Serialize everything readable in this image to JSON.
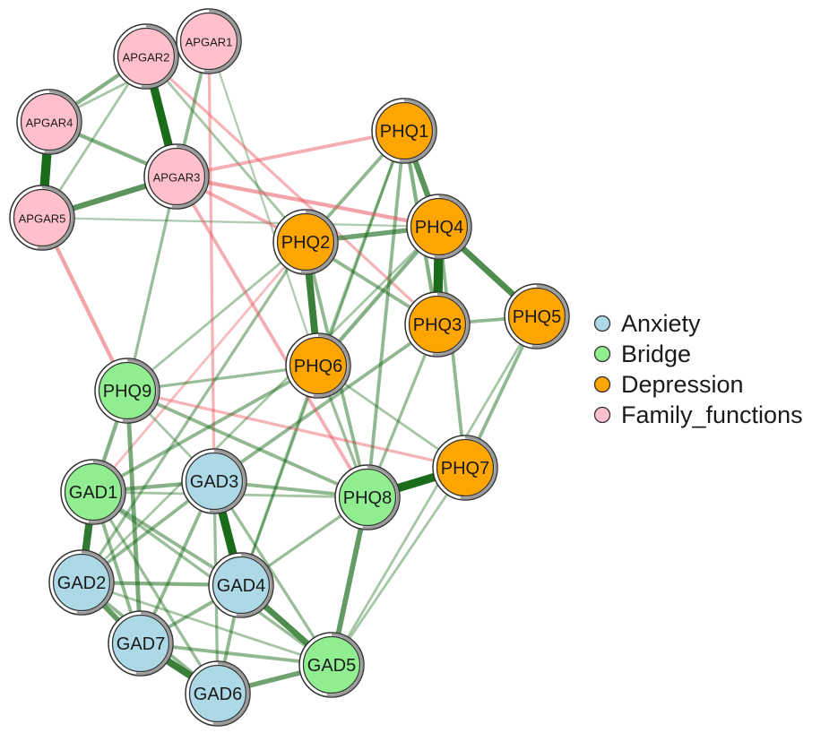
{
  "colors": {
    "Anxiety": "#add8e6",
    "Bridge": "#90ee90",
    "Depression": "#ffa500",
    "Family_functions": "#ffc0cb",
    "positive_edge": "#1a6b1a",
    "negative_edge": "#e8545e",
    "node_border": "#333333"
  },
  "legend": [
    {
      "label": "Anxiety",
      "group": "Anxiety"
    },
    {
      "label": "Bridge",
      "group": "Bridge"
    },
    {
      "label": "Depression",
      "group": "Depression"
    },
    {
      "label": "Family_functions",
      "group": "Family_functions"
    }
  ],
  "nodes": [
    {
      "id": "APGAR1",
      "label": "APGAR1",
      "group": "Family_functions"
    },
    {
      "id": "APGAR2",
      "label": "APGAR2",
      "group": "Family_functions"
    },
    {
      "id": "APGAR3",
      "label": "APGAR3",
      "group": "Family_functions"
    },
    {
      "id": "APGAR4",
      "label": "APGAR4",
      "group": "Family_functions"
    },
    {
      "id": "APGAR5",
      "label": "APGAR5",
      "group": "Family_functions"
    },
    {
      "id": "PHQ1",
      "label": "PHQ1",
      "group": "Depression"
    },
    {
      "id": "PHQ2",
      "label": "PHQ2",
      "group": "Depression"
    },
    {
      "id": "PHQ3",
      "label": "PHQ3",
      "group": "Depression"
    },
    {
      "id": "PHQ4",
      "label": "PHQ4",
      "group": "Depression"
    },
    {
      "id": "PHQ5",
      "label": "PHQ5",
      "group": "Depression"
    },
    {
      "id": "PHQ6",
      "label": "PHQ6",
      "group": "Depression"
    },
    {
      "id": "PHQ7",
      "label": "PHQ7",
      "group": "Depression"
    },
    {
      "id": "PHQ8",
      "label": "PHQ8",
      "group": "Bridge"
    },
    {
      "id": "PHQ9",
      "label": "PHQ9",
      "group": "Bridge"
    },
    {
      "id": "GAD1",
      "label": "GAD1",
      "group": "Bridge"
    },
    {
      "id": "GAD2",
      "label": "GAD2",
      "group": "Anxiety"
    },
    {
      "id": "GAD3",
      "label": "GAD3",
      "group": "Anxiety"
    },
    {
      "id": "GAD4",
      "label": "GAD4",
      "group": "Anxiety"
    },
    {
      "id": "GAD5",
      "label": "GAD5",
      "group": "Bridge"
    },
    {
      "id": "GAD6",
      "label": "GAD6",
      "group": "Anxiety"
    },
    {
      "id": "GAD7",
      "label": "GAD7",
      "group": "Anxiety"
    }
  ],
  "edges": [
    {
      "a": "APGAR4",
      "b": "APGAR5",
      "w": 0.95,
      "sign": "pos"
    },
    {
      "a": "APGAR2",
      "b": "APGAR3",
      "w": 0.85,
      "sign": "pos"
    },
    {
      "a": "APGAR1",
      "b": "APGAR2",
      "w": 0.6,
      "sign": "pos"
    },
    {
      "a": "APGAR3",
      "b": "APGAR5",
      "w": 0.55,
      "sign": "pos"
    },
    {
      "a": "APGAR2",
      "b": "APGAR4",
      "w": 0.35,
      "sign": "pos"
    },
    {
      "a": "APGAR3",
      "b": "APGAR4",
      "w": 0.35,
      "sign": "pos"
    },
    {
      "a": "APGAR1",
      "b": "APGAR3",
      "w": 0.3,
      "sign": "pos"
    },
    {
      "a": "APGAR1",
      "b": "APGAR4",
      "w": 0.2,
      "sign": "pos"
    },
    {
      "a": "APGAR2",
      "b": "APGAR5",
      "w": 0.2,
      "sign": "pos"
    },
    {
      "a": "PHQ3",
      "b": "PHQ4",
      "w": 0.95,
      "sign": "pos"
    },
    {
      "a": "PHQ7",
      "b": "PHQ8",
      "w": 0.85,
      "sign": "pos"
    },
    {
      "a": "PHQ2",
      "b": "PHQ6",
      "w": 0.7,
      "sign": "pos"
    },
    {
      "a": "PHQ4",
      "b": "PHQ5",
      "w": 0.6,
      "sign": "pos"
    },
    {
      "a": "PHQ1",
      "b": "PHQ4",
      "w": 0.55,
      "sign": "pos"
    },
    {
      "a": "PHQ2",
      "b": "PHQ4",
      "w": 0.45,
      "sign": "pos"
    },
    {
      "a": "PHQ3",
      "b": "PHQ5",
      "w": 0.3,
      "sign": "pos"
    },
    {
      "a": "PHQ1",
      "b": "PHQ2",
      "w": 0.3,
      "sign": "pos"
    },
    {
      "a": "PHQ1",
      "b": "PHQ3",
      "w": 0.35,
      "sign": "pos"
    },
    {
      "a": "PHQ2",
      "b": "PHQ3",
      "w": 0.3,
      "sign": "pos"
    },
    {
      "a": "PHQ4",
      "b": "PHQ6",
      "w": 0.35,
      "sign": "pos"
    },
    {
      "a": "PHQ1",
      "b": "PHQ6",
      "w": 0.25,
      "sign": "pos"
    },
    {
      "a": "PHQ5",
      "b": "PHQ7",
      "w": 0.3,
      "sign": "pos"
    },
    {
      "a": "PHQ4",
      "b": "PHQ7",
      "w": 0.3,
      "sign": "pos"
    },
    {
      "a": "PHQ1",
      "b": "PHQ8",
      "w": 0.3,
      "sign": "pos"
    },
    {
      "a": "PHQ2",
      "b": "PHQ8",
      "w": 0.3,
      "sign": "pos"
    },
    {
      "a": "PHQ6",
      "b": "PHQ8",
      "w": 0.25,
      "sign": "pos"
    },
    {
      "a": "PHQ3",
      "b": "PHQ8",
      "w": 0.25,
      "sign": "pos"
    },
    {
      "a": "PHQ6",
      "b": "PHQ7",
      "w": 0.2,
      "sign": "pos"
    },
    {
      "a": "PHQ6",
      "b": "PHQ9",
      "w": 0.25,
      "sign": "pos"
    },
    {
      "a": "PHQ2",
      "b": "PHQ9",
      "w": 0.2,
      "sign": "pos"
    },
    {
      "a": "PHQ9",
      "b": "PHQ8",
      "w": 0.3,
      "sign": "pos"
    },
    {
      "a": "PHQ9",
      "b": "GAD1",
      "w": 0.35,
      "sign": "pos"
    },
    {
      "a": "PHQ9",
      "b": "GAD7",
      "w": 0.4,
      "sign": "pos"
    },
    {
      "a": "PHQ9",
      "b": "GAD3",
      "w": 0.2,
      "sign": "pos"
    },
    {
      "a": "PHQ8",
      "b": "GAD5",
      "w": 0.5,
      "sign": "pos"
    },
    {
      "a": "PHQ8",
      "b": "GAD3",
      "w": 0.3,
      "sign": "pos"
    },
    {
      "a": "PHQ8",
      "b": "GAD4",
      "w": 0.25,
      "sign": "pos"
    },
    {
      "a": "PHQ8",
      "b": "GAD1",
      "w": 0.2,
      "sign": "pos"
    },
    {
      "a": "PHQ7",
      "b": "GAD5",
      "w": 0.2,
      "sign": "pos"
    },
    {
      "a": "PHQ6",
      "b": "GAD1",
      "w": 0.3,
      "sign": "pos"
    },
    {
      "a": "PHQ6",
      "b": "GAD4",
      "w": 0.25,
      "sign": "pos"
    },
    {
      "a": "PHQ3",
      "b": "GAD3",
      "w": 0.3,
      "sign": "pos"
    },
    {
      "a": "PHQ4",
      "b": "GAD2",
      "w": 0.2,
      "sign": "pos"
    },
    {
      "a": "PHQ2",
      "b": "GAD2",
      "w": 0.25,
      "sign": "pos"
    },
    {
      "a": "PHQ1",
      "b": "GAD4",
      "w": 0.2,
      "sign": "pos"
    },
    {
      "a": "PHQ5",
      "b": "GAD5",
      "w": 0.2,
      "sign": "pos"
    },
    {
      "a": "GAD3",
      "b": "GAD4",
      "w": 0.85,
      "sign": "pos"
    },
    {
      "a": "GAD1",
      "b": "GAD2",
      "w": 0.75,
      "sign": "pos"
    },
    {
      "a": "GAD6",
      "b": "GAD7",
      "w": 0.7,
      "sign": "pos"
    },
    {
      "a": "GAD4",
      "b": "GAD5",
      "w": 0.6,
      "sign": "pos"
    },
    {
      "a": "GAD2",
      "b": "GAD7",
      "w": 0.5,
      "sign": "pos"
    },
    {
      "a": "GAD6",
      "b": "GAD5",
      "w": 0.45,
      "sign": "pos"
    },
    {
      "a": "GAD1",
      "b": "GAD3",
      "w": 0.35,
      "sign": "pos"
    },
    {
      "a": "GAD2",
      "b": "GAD4",
      "w": 0.35,
      "sign": "pos"
    },
    {
      "a": "GAD1",
      "b": "GAD4",
      "w": 0.3,
      "sign": "pos"
    },
    {
      "a": "GAD2",
      "b": "GAD3",
      "w": 0.3,
      "sign": "pos"
    },
    {
      "a": "GAD1",
      "b": "GAD7",
      "w": 0.3,
      "sign": "pos"
    },
    {
      "a": "GAD3",
      "b": "GAD7",
      "w": 0.3,
      "sign": "pos"
    },
    {
      "a": "GAD4",
      "b": "GAD7",
      "w": 0.3,
      "sign": "pos"
    },
    {
      "a": "GAD4",
      "b": "GAD6",
      "w": 0.3,
      "sign": "pos"
    },
    {
      "a": "GAD7",
      "b": "GAD5",
      "w": 0.3,
      "sign": "pos"
    },
    {
      "a": "GAD1",
      "b": "GAD5",
      "w": 0.25,
      "sign": "pos"
    },
    {
      "a": "GAD3",
      "b": "GAD5",
      "w": 0.25,
      "sign": "pos"
    },
    {
      "a": "GAD2",
      "b": "GAD6",
      "w": 0.3,
      "sign": "pos"
    },
    {
      "a": "GAD3",
      "b": "GAD6",
      "w": 0.25,
      "sign": "pos"
    },
    {
      "a": "GAD1",
      "b": "GAD6",
      "w": 0.25,
      "sign": "pos"
    },
    {
      "a": "GAD2",
      "b": "GAD5",
      "w": 0.2,
      "sign": "pos"
    },
    {
      "a": "APGAR3",
      "b": "PHQ9",
      "w": 0.25,
      "sign": "pos"
    },
    {
      "a": "APGAR2",
      "b": "PHQ2",
      "w": 0.2,
      "sign": "pos"
    },
    {
      "a": "APGAR1",
      "b": "PHQ6",
      "w": 0.15,
      "sign": "pos"
    },
    {
      "a": "APGAR5",
      "b": "PHQ4",
      "w": 0.15,
      "sign": "pos"
    },
    {
      "a": "APGAR3",
      "b": "PHQ1",
      "w": 0.3,
      "sign": "neg"
    },
    {
      "a": "APGAR3",
      "b": "PHQ4",
      "w": 0.35,
      "sign": "neg"
    },
    {
      "a": "APGAR3",
      "b": "PHQ2",
      "w": 0.3,
      "sign": "neg"
    },
    {
      "a": "APGAR3",
      "b": "PHQ8",
      "w": 0.3,
      "sign": "neg"
    },
    {
      "a": "APGAR2",
      "b": "PHQ3",
      "w": 0.25,
      "sign": "neg"
    },
    {
      "a": "APGAR5",
      "b": "PHQ9",
      "w": 0.35,
      "sign": "neg"
    },
    {
      "a": "APGAR1",
      "b": "GAD3",
      "w": 0.25,
      "sign": "neg"
    },
    {
      "a": "PHQ9",
      "b": "PHQ7",
      "w": 0.25,
      "sign": "neg"
    },
    {
      "a": "PHQ2",
      "b": "GAD1",
      "w": 0.2,
      "sign": "neg"
    }
  ]
}
